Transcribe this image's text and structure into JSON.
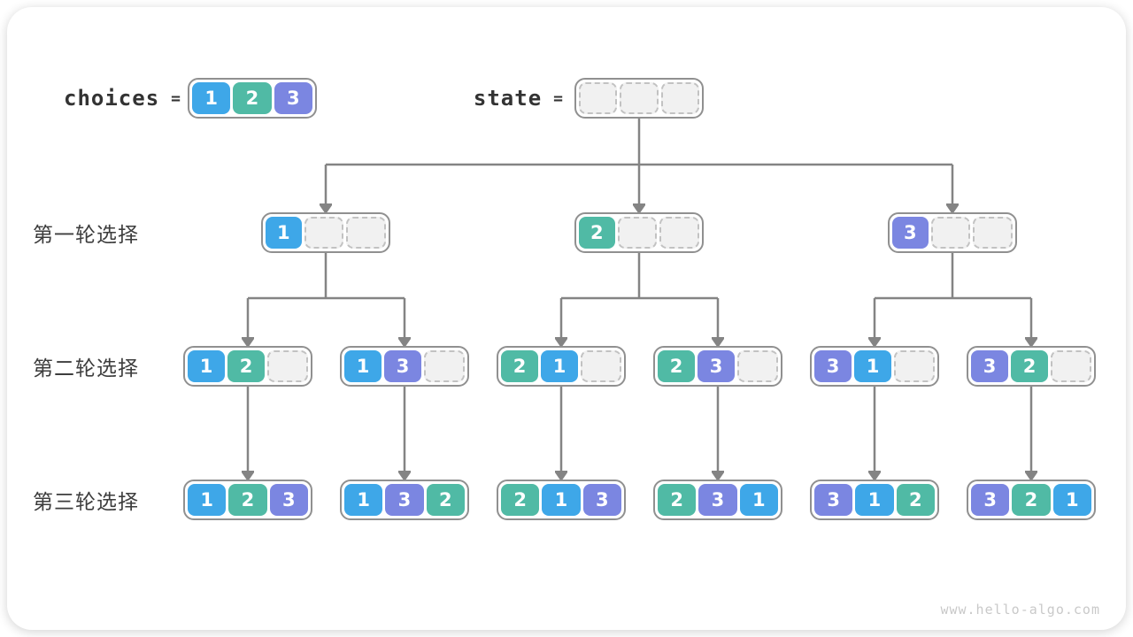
{
  "header": {
    "choices_label": "choices",
    "state_label": "state",
    "equals": "=",
    "choices": [
      1,
      2,
      3
    ],
    "state": [
      null,
      null,
      null
    ]
  },
  "rows": [
    {
      "label": "第一轮选择",
      "nodes": [
        [
          1,
          null,
          null
        ],
        [
          2,
          null,
          null
        ],
        [
          3,
          null,
          null
        ]
      ]
    },
    {
      "label": "第二轮选择",
      "nodes": [
        [
          1,
          2,
          null
        ],
        [
          1,
          3,
          null
        ],
        [
          2,
          1,
          null
        ],
        [
          2,
          3,
          null
        ],
        [
          3,
          1,
          null
        ],
        [
          3,
          2,
          null
        ]
      ]
    },
    {
      "label": "第三轮选择",
      "nodes": [
        [
          1,
          2,
          3
        ],
        [
          1,
          3,
          2
        ],
        [
          2,
          1,
          3
        ],
        [
          2,
          3,
          1
        ],
        [
          3,
          1,
          2
        ],
        [
          3,
          2,
          1
        ]
      ]
    }
  ],
  "watermark": "www.hello-algo.com",
  "colors": {
    "choice_1": "#3EA7E8",
    "choice_2": "#50BAA5",
    "choice_3": "#7B86E1",
    "line": "#848484",
    "node_border": "#909090",
    "empty_bg": "#F1F1F1",
    "empty_border": "#C2C2C2",
    "label_text": "#3D3D3D",
    "header_text": "#333333",
    "watermark": "#C9C9C9"
  }
}
